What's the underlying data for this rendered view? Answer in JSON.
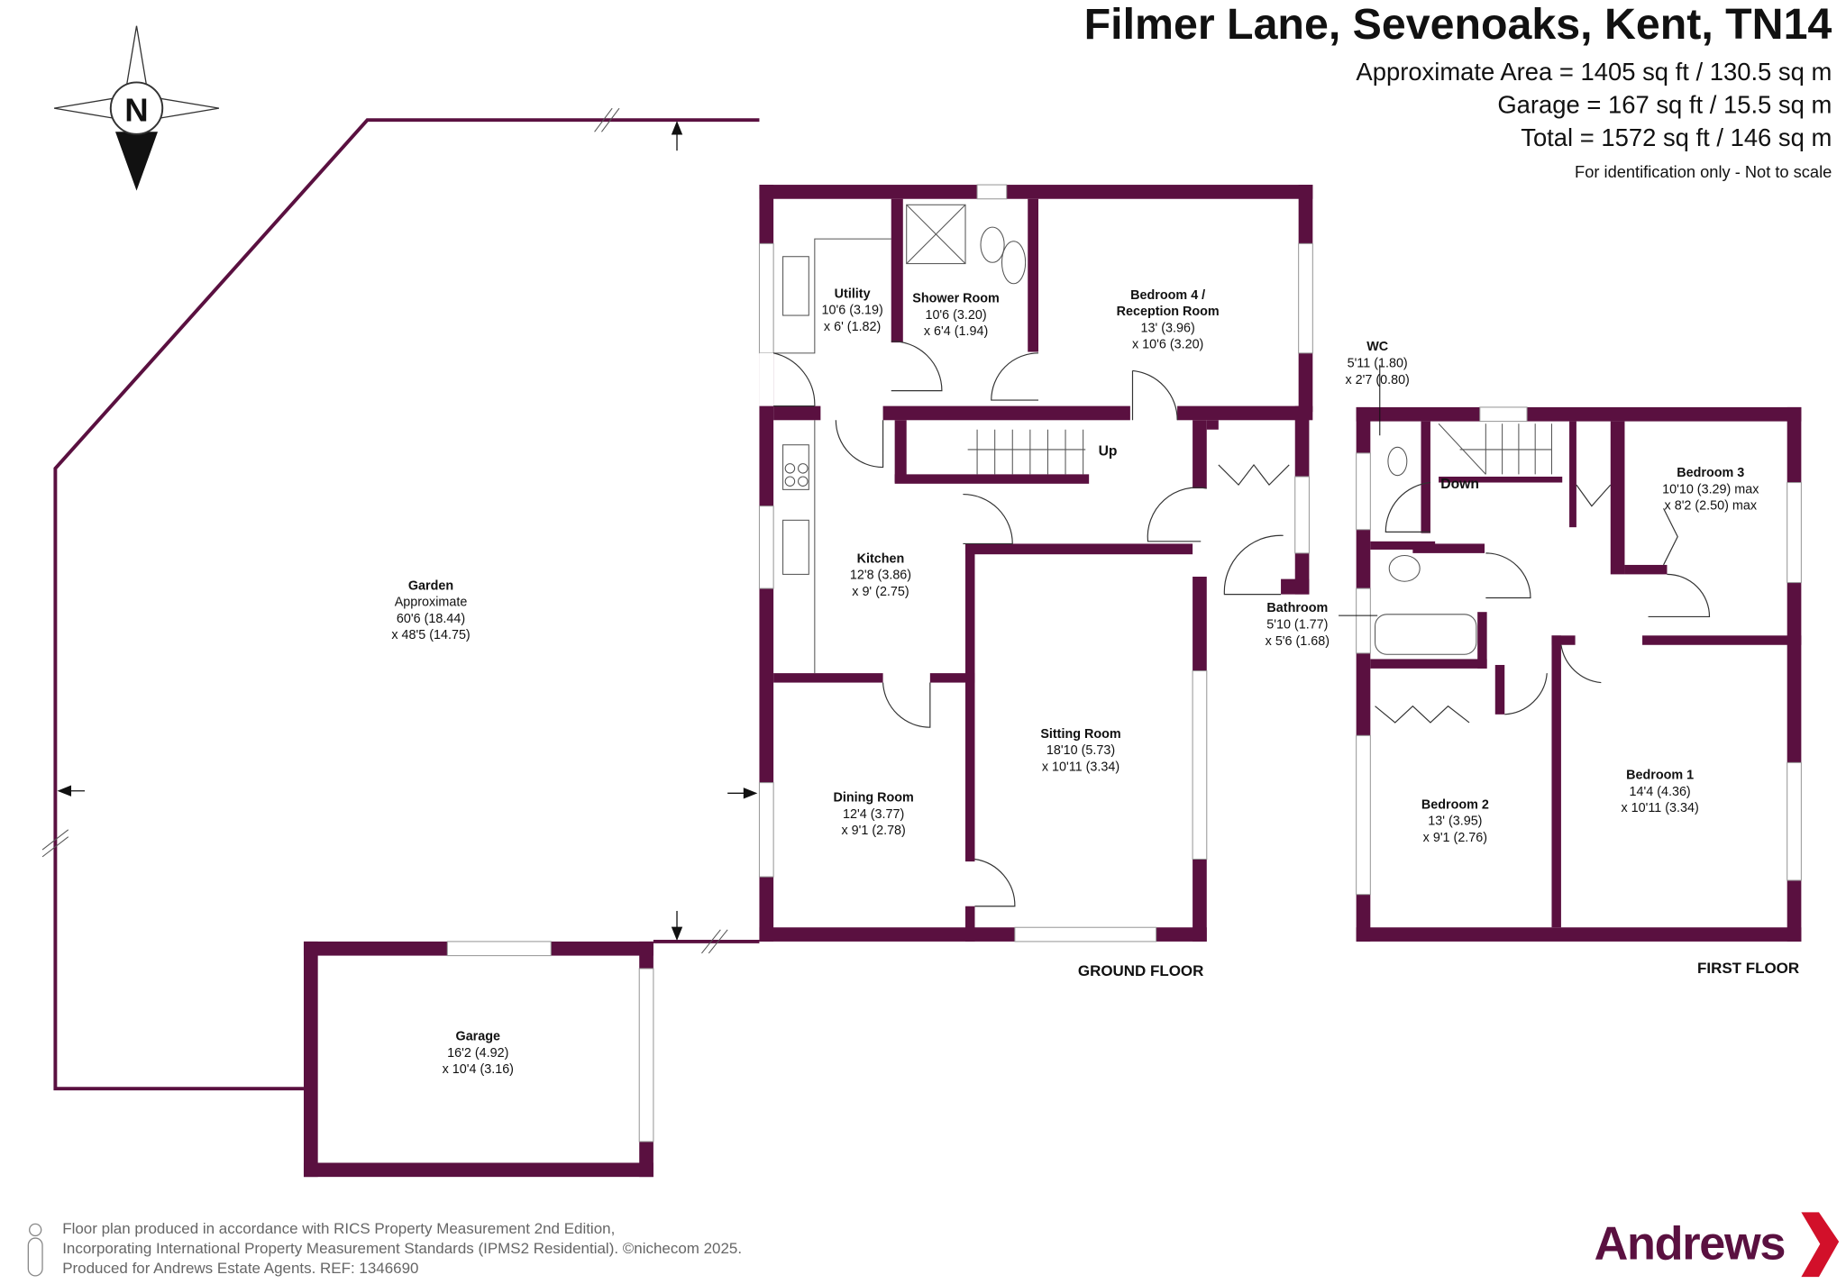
{
  "header": {
    "title": "Filmer Lane, Sevenoaks, Kent, TN14",
    "area_lines": [
      "Approximate Area = 1405 sq ft / 130.5 sq m",
      "Garage = 167 sq ft / 15.5 sq m",
      "Total = 1572 sq ft / 146 sq m"
    ],
    "note": "For identification only - Not to scale"
  },
  "compass": {
    "label": "N"
  },
  "rooms": {
    "utility": {
      "name": "Utility",
      "dim1": "10'6 (3.19)",
      "dim2": "x 6' (1.82)"
    },
    "shower": {
      "name": "Shower Room",
      "dim1": "10'6 (3.20)",
      "dim2": "x 6'4 (1.94)"
    },
    "bedroom4": {
      "name1": "Bedroom 4 /",
      "name2": "Reception Room",
      "dim1": "13' (3.96)",
      "dim2": "x 10'6 (3.20)"
    },
    "kitchen": {
      "name": "Kitchen",
      "dim1": "12'8 (3.86)",
      "dim2": "x 9' (2.75)"
    },
    "dining": {
      "name": "Dining Room",
      "dim1": "12'4 (3.77)",
      "dim2": "x 9'1 (2.78)"
    },
    "sitting": {
      "name": "Sitting Room",
      "dim1": "18'10 (5.73)",
      "dim2": "x 10'11 (3.34)"
    },
    "garden": {
      "name": "Garden",
      "sub": "Approximate",
      "dim1": "60'6 (18.44)",
      "dim2": "x 48'5 (14.75)"
    },
    "garage": {
      "name": "Garage",
      "dim1": "16'2 (4.92)",
      "dim2": "x 10'4 (3.16)"
    },
    "wc": {
      "name": "WC",
      "dim1": "5'11 (1.80)",
      "dim2": "x 2'7 (0.80)"
    },
    "bathroom": {
      "name": "Bathroom",
      "dim1": "5'10 (1.77)",
      "dim2": "x 5'6 (1.68)"
    },
    "bedroom3": {
      "name": "Bedroom 3",
      "dim1": "10'10 (3.29) max",
      "dim2": "x 8'2 (2.50) max"
    },
    "bedroom1": {
      "name": "Bedroom 1",
      "dim1": "14'4 (4.36)",
      "dim2": "x 10'11 (3.34)"
    },
    "bedroom2": {
      "name": "Bedroom 2",
      "dim1": "13' (3.95)",
      "dim2": "x 9'1 (2.76)"
    }
  },
  "stairs": {
    "up": "Up",
    "down": "Down"
  },
  "floors": {
    "ground": "GROUND FLOOR",
    "first": "FIRST FLOOR"
  },
  "footer": {
    "lines": [
      "Floor plan produced in accordance with RICS Property Measurement 2nd Edition,",
      "Incorporating International Property Measurement Standards (IPMS2 Residential).  ©nichecom 2025.",
      "Produced for Andrews Estate Agents.   REF: 1346690"
    ],
    "brand": "Andrews"
  },
  "colors": {
    "wall": "#5a1040",
    "brand_red": "#d2102a"
  }
}
